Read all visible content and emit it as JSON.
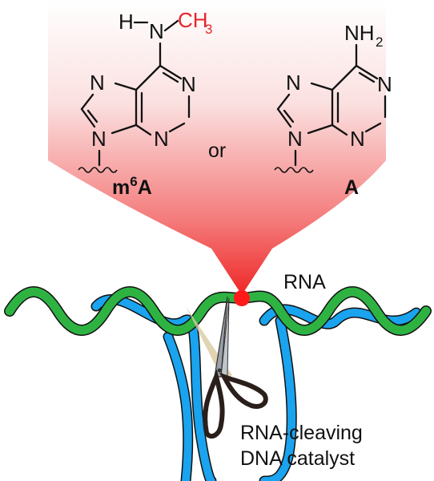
{
  "molecules": {
    "left": {
      "name": "m",
      "name_sup": "6",
      "name_suffix": "A",
      "substituent_H": "H",
      "substituent_N": "N",
      "methyl": "CH",
      "methyl_sub": "3",
      "ring_N": "N"
    },
    "right": {
      "name": "A",
      "amine_N": "NH",
      "amine_sub": "2",
      "ring_N": "N"
    },
    "connector": "or"
  },
  "labels": {
    "rna": "RNA",
    "catalyst_line1": "RNA-cleaving",
    "catalyst_line2": "DNA catalyst"
  },
  "colors": {
    "methyl_red": "#e8232a",
    "cone_red": "#f23b3b",
    "cleavage_dot": "#ff1a1a",
    "rna_green": "#2eb343",
    "dna_blue": "#1aa3ee",
    "scissors_blade": "#9aa1a8",
    "scissors_handle": "#2a1f1a",
    "shadow": "#d8c9a0"
  },
  "icons": {
    "scissors": "scissors-icon"
  }
}
